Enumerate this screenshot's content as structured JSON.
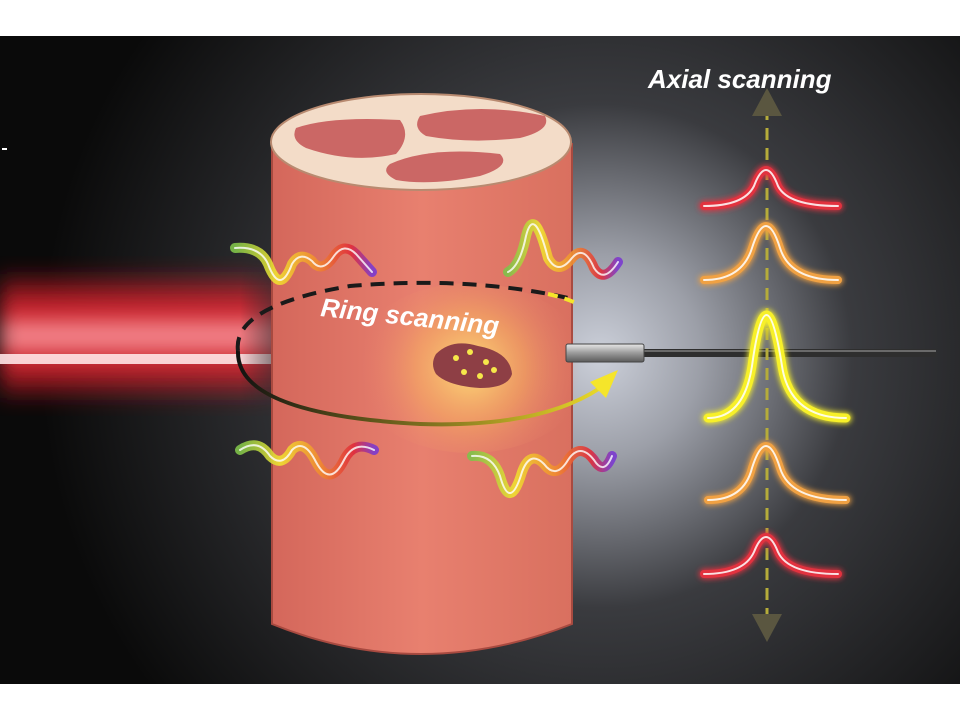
{
  "labels": {
    "ring": "Ring scanning",
    "axial": "Axial scanning"
  },
  "colors": {
    "background_center": "#c9ccd6",
    "background_edge": "#0b0b0b",
    "laser": "#e8202a",
    "tissue": "#e27a6c",
    "tissue_cap": "#f3dcc8",
    "tissue_lumen": "#c75a5a",
    "lesion": "#8e3f45",
    "lesion_dots": "#f6e84a",
    "probe": "#3a3a3a",
    "arrow": "#f5e52a",
    "peak_red": "#e2323f",
    "peak_orange": "#f0a143",
    "peak_yellow": "#f7f029"
  },
  "icons": [
    "laser-beam",
    "tissue-cylinder",
    "fiber-probe",
    "ring-arrow",
    "axial-arrow",
    "signal-peak"
  ]
}
